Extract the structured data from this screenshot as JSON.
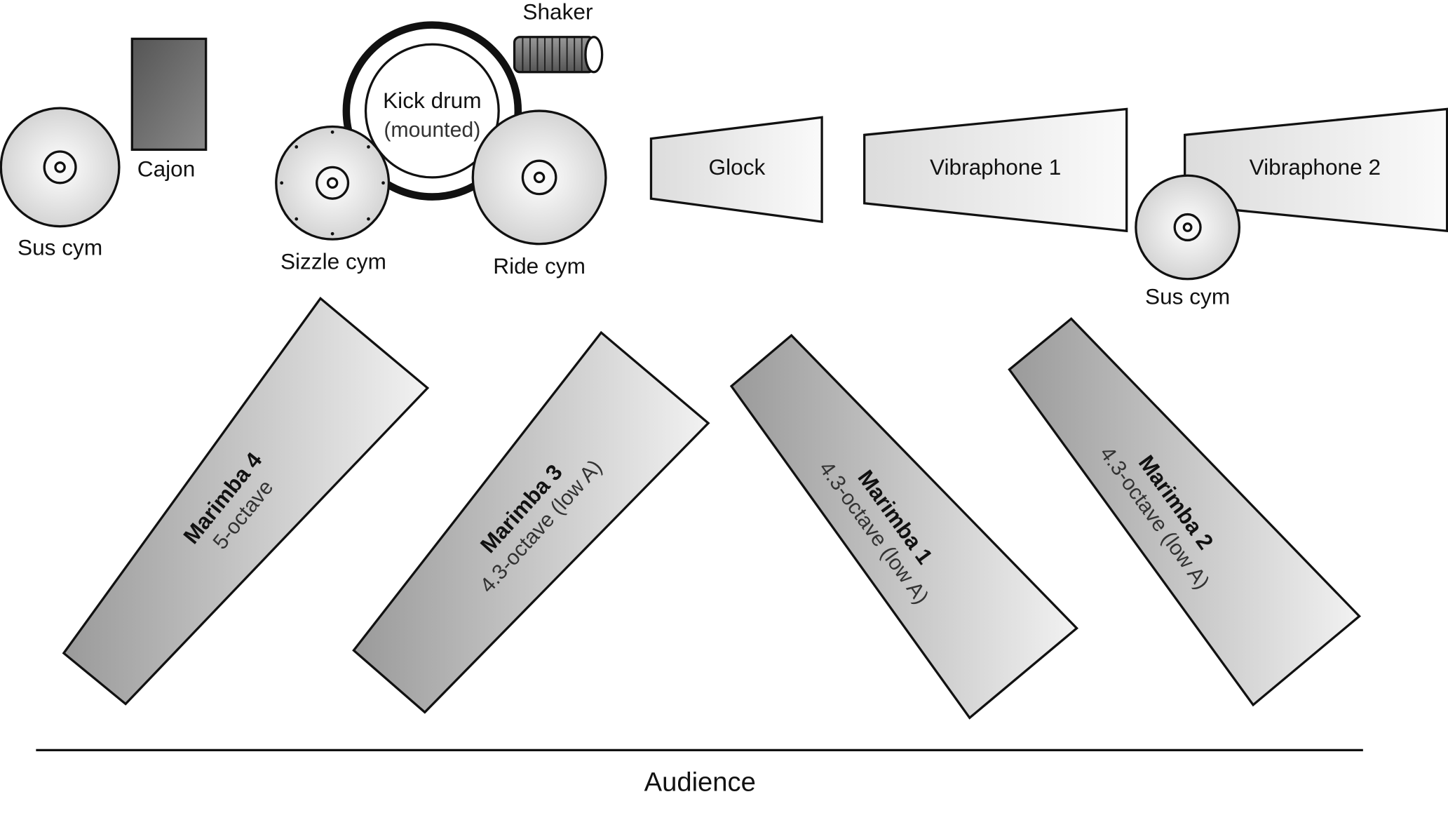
{
  "instruments": {
    "sus_cym_left": {
      "label": "Sus cym"
    },
    "cajon": {
      "label": "Cajon"
    },
    "shaker": {
      "label": "Shaker"
    },
    "kick_drum": {
      "label": "Kick drum",
      "sublabel": "(mounted)"
    },
    "sizzle_cym": {
      "label": "Sizzle cym"
    },
    "ride_cym": {
      "label": "Ride cym"
    },
    "glock": {
      "label": "Glock"
    },
    "vibraphone_1": {
      "label": "Vibraphone 1"
    },
    "vibraphone_2": {
      "label": "Vibraphone 2"
    },
    "sus_cym_right": {
      "label": "Sus cym"
    },
    "marimba_4": {
      "label": "Marimba 4",
      "sublabel": "5-octave"
    },
    "marimba_3": {
      "label": "Marimba 3",
      "sublabel": "4.3-octave (low A)"
    },
    "marimba_1": {
      "label": "Marimba 1",
      "sublabel": "4.3-octave (low A)"
    },
    "marimba_2": {
      "label": "Marimba 2",
      "sublabel": "4.3-octave (low A)"
    }
  },
  "audience": {
    "label": "Audience"
  }
}
